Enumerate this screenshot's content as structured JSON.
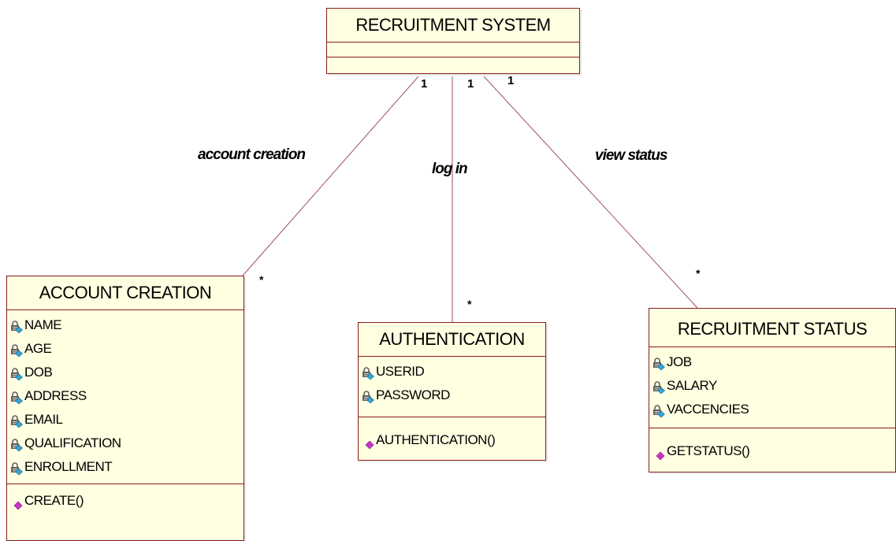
{
  "system": {
    "title": "RECRUITMENT SYSTEM"
  },
  "account_creation": {
    "title": "ACCOUNT CREATION",
    "attributes": [
      "NAME",
      "AGE",
      "DOB",
      "ADDRESS",
      "EMAIL",
      "QUALIFICATION",
      "ENROLLMENT"
    ],
    "operations": [
      "CREATE()"
    ]
  },
  "authentication": {
    "title": "AUTHENTICATION",
    "attributes": [
      "USERID",
      "PASSWORD"
    ],
    "operations": [
      "AUTHENTICATION()"
    ]
  },
  "recruitment_status": {
    "title": "RECRUITMENT STATUS",
    "attributes": [
      "JOB",
      "SALARY",
      "VACCENCIES"
    ],
    "operations": [
      "GETSTATUS()"
    ]
  },
  "associations": {
    "account": {
      "label": "account creation",
      "source_mult": "1",
      "target_mult": "*"
    },
    "login": {
      "label": "log in",
      "source_mult": "1",
      "target_mult": "*"
    },
    "status": {
      "label": "view status",
      "source_mult": "1",
      "target_mult": "*"
    }
  },
  "colors": {
    "class_fill": "#ffffe1",
    "class_border": "#8b1c1c",
    "line": "#a05050",
    "operation_icon": "#cc33cc",
    "attribute_icon_lock": "#606060",
    "attribute_icon_diamond": "#33a6d8"
  }
}
